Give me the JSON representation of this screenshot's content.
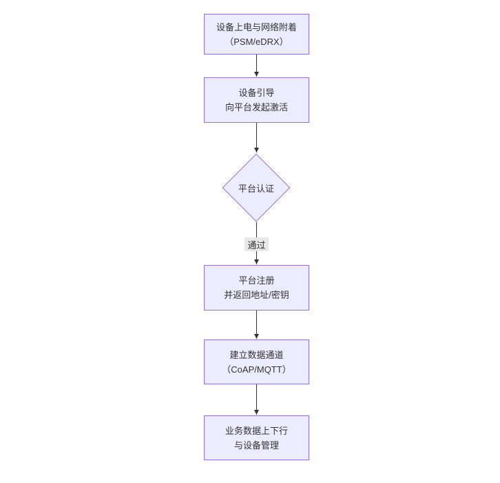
{
  "flowchart": {
    "nodes": [
      {
        "id": "power-attach",
        "type": "rect",
        "lines": [
          "设备上电与网络附着",
          "（PSM/eDRX）"
        ]
      },
      {
        "id": "bootstrap",
        "type": "rect",
        "lines": [
          "设备引导",
          "向平台发起激活"
        ]
      },
      {
        "id": "platform-auth",
        "type": "diamond",
        "label": "平台认证"
      },
      {
        "id": "register",
        "type": "rect",
        "lines": [
          "平台注册",
          "并返回地址/密钥"
        ]
      },
      {
        "id": "data-channel",
        "type": "rect",
        "lines": [
          "建立数据通道",
          "（CoAP/MQTT）"
        ]
      },
      {
        "id": "business-data",
        "type": "rect",
        "lines": [
          "业务数据上下行",
          "与设备管理"
        ]
      }
    ],
    "edges": [
      {
        "from": "power-attach",
        "to": "bootstrap",
        "label": ""
      },
      {
        "from": "bootstrap",
        "to": "platform-auth",
        "label": ""
      },
      {
        "from": "platform-auth",
        "to": "register",
        "label": "通过"
      },
      {
        "from": "register",
        "to": "data-channel",
        "label": ""
      },
      {
        "from": "data-channel",
        "to": "business-data",
        "label": ""
      }
    ],
    "edge_label": "通过",
    "colors": {
      "node_fill": "#ECECFF",
      "node_border": "#9370DB",
      "edge": "#333333",
      "edge_label_bg": "#e8e8e8",
      "text": "#333333",
      "background": "#ffffff"
    }
  }
}
